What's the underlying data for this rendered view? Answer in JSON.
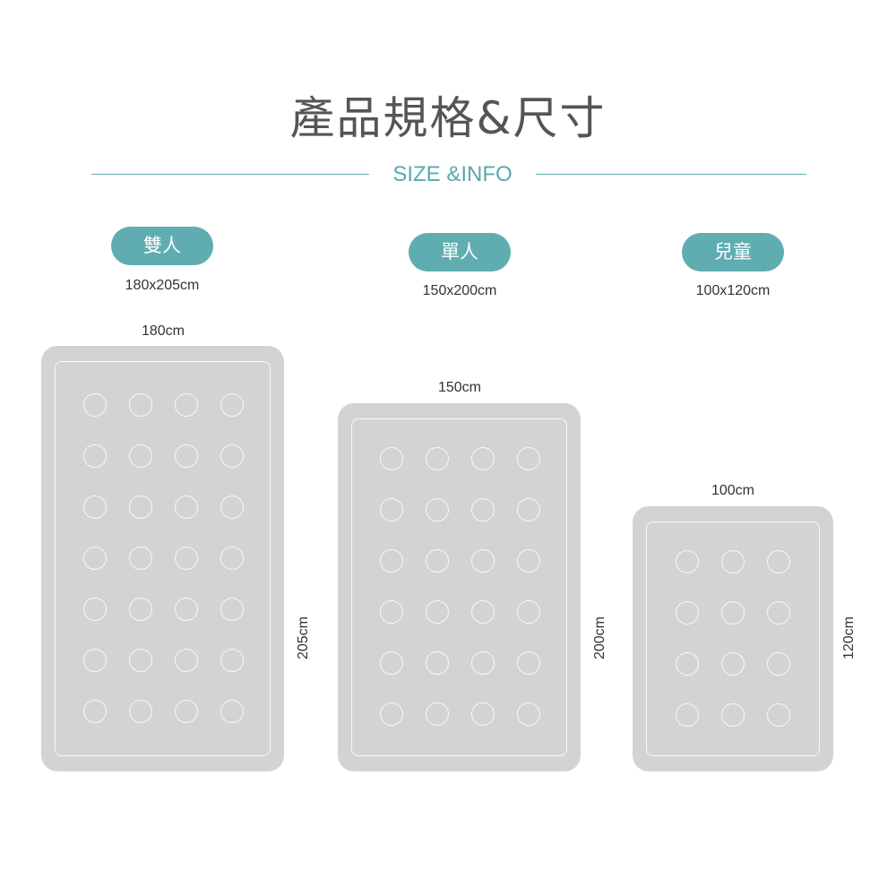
{
  "header": {
    "title": "產品規格&尺寸",
    "subtitle": "SIZE &INFO"
  },
  "products": [
    {
      "name": "雙人",
      "spec": "180x205cm",
      "width_label": "180cm",
      "height_label": "205cm",
      "dot_columns": 4,
      "dot_rows": 7
    },
    {
      "name": "單人",
      "spec": "150x200cm",
      "width_label": "150cm",
      "height_label": "200cm",
      "dot_columns": 4,
      "dot_rows": 6
    },
    {
      "name": "兒童",
      "spec": "100x120cm",
      "width_label": "100cm",
      "height_label": "120cm",
      "dot_columns": 3,
      "dot_rows": 4
    }
  ],
  "colors": {
    "accent": "#5fadb1",
    "mattress": "#d3d3d3",
    "title": "#555555"
  }
}
